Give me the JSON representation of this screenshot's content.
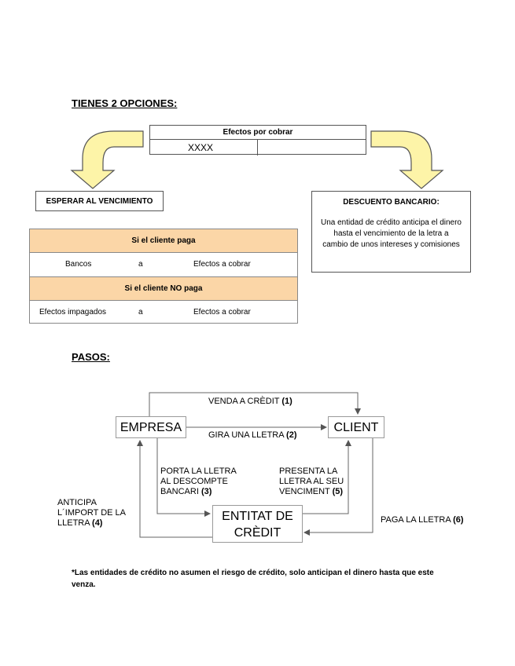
{
  "heading_options": "TIENES 2 OPCIONES:",
  "efectos_table": {
    "title": "Efectos por cobrar",
    "left_value": "XXXX",
    "right_value": ""
  },
  "option_wait": "ESPERAR AL VENCIMIENTO",
  "option_discount": {
    "title": "DESCUENTO BANCARIO:",
    "text": "Una entidad de crédito anticipa el dinero hasta el vencimiento de la letra a cambio de unos intereses y comisiones"
  },
  "entries": {
    "pays_title": "Si el cliente paga",
    "pays_row": {
      "debit": "Bancos",
      "connector": "a",
      "credit": "Efectos a cobrar"
    },
    "not_pays_title": "Si el cliente NO paga",
    "not_pays_row": {
      "debit": "Efectos impagados",
      "connector": "a",
      "credit": "Efectos a cobrar"
    }
  },
  "heading_steps": "PASOS:",
  "diagram": {
    "empresa": "EMPRESA",
    "client": "CLIENT",
    "entitat_line1": "ENTITAT DE",
    "entitat_line2": "CRÈDIT",
    "step1_text": "VENDA A CRÈDIT ",
    "step1_num": "(1)",
    "step2_text": "GIRA UNA LLETRA ",
    "step2_num": "(2)",
    "step3_line1": "PORTA LA LLETRA",
    "step3_line2": "AL DESCOMPTE",
    "step3_line3": "BANCARI ",
    "step3_num": "(3)",
    "step4_line1": "ANTICIPA",
    "step4_line2": "L´IMPORT DE LA",
    "step4_line3": "LLETRA ",
    "step4_num": "(4)",
    "step5_line1": "PRESENTA LA",
    "step5_line2": "LLETRA AL SEU",
    "step5_line3": "VENCIMENT ",
    "step5_num": "(5)",
    "step6_text": "PAGA LA LLETRA ",
    "step6_num": "(6)"
  },
  "footnote": "*Las entidades de crédito no asumen el riesgo de crédito, solo anticipan el dinero hasta que este venza.",
  "colors": {
    "arrow_fill": "#fdf4a8",
    "arrow_stroke": "#555555",
    "band": "#fbd6a7"
  }
}
